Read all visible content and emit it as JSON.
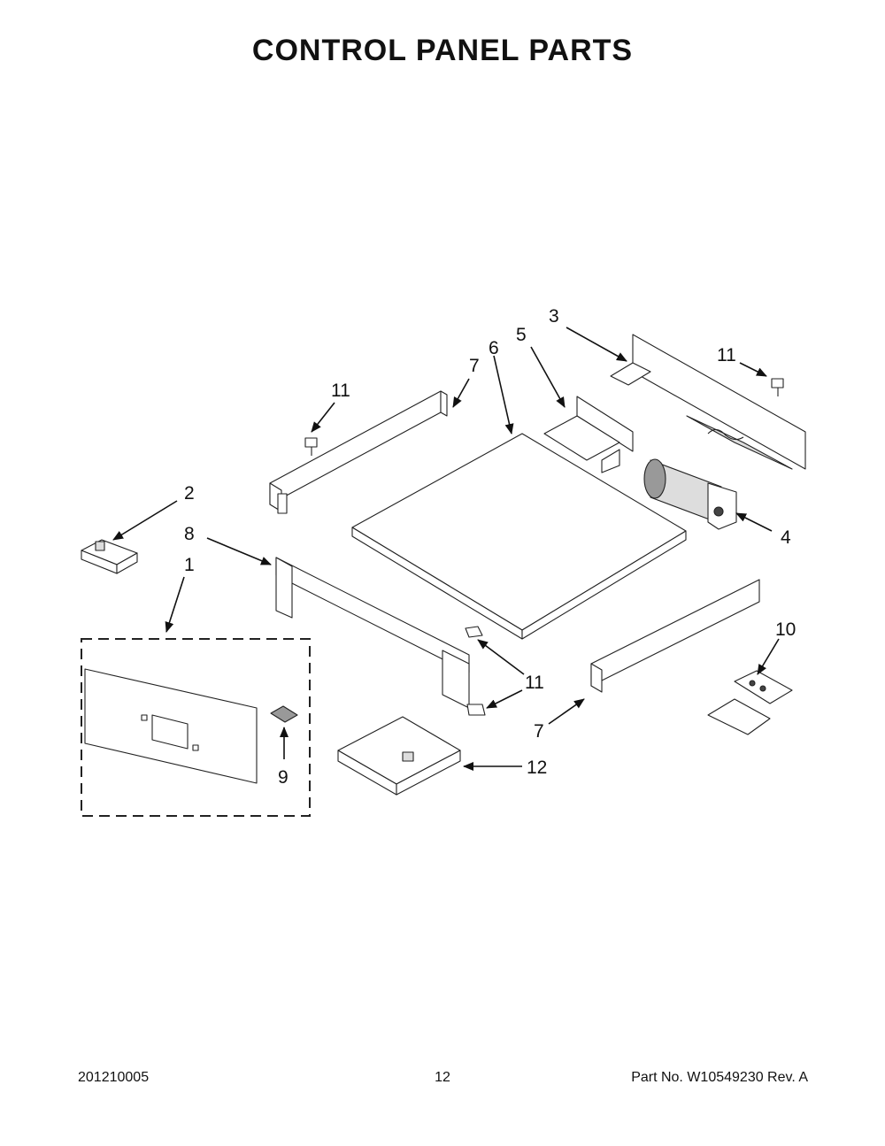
{
  "title": "CONTROL PANEL PARTS",
  "callouts": [
    "1",
    "2",
    "3",
    "4",
    "5",
    "6",
    "7",
    "7",
    "8",
    "9",
    "10",
    "11",
    "11",
    "11",
    "11",
    "12"
  ],
  "footer": {
    "doc_number": "201210005",
    "page_number": "12",
    "part_number": "Part No.  W10549230  Rev.  A"
  }
}
